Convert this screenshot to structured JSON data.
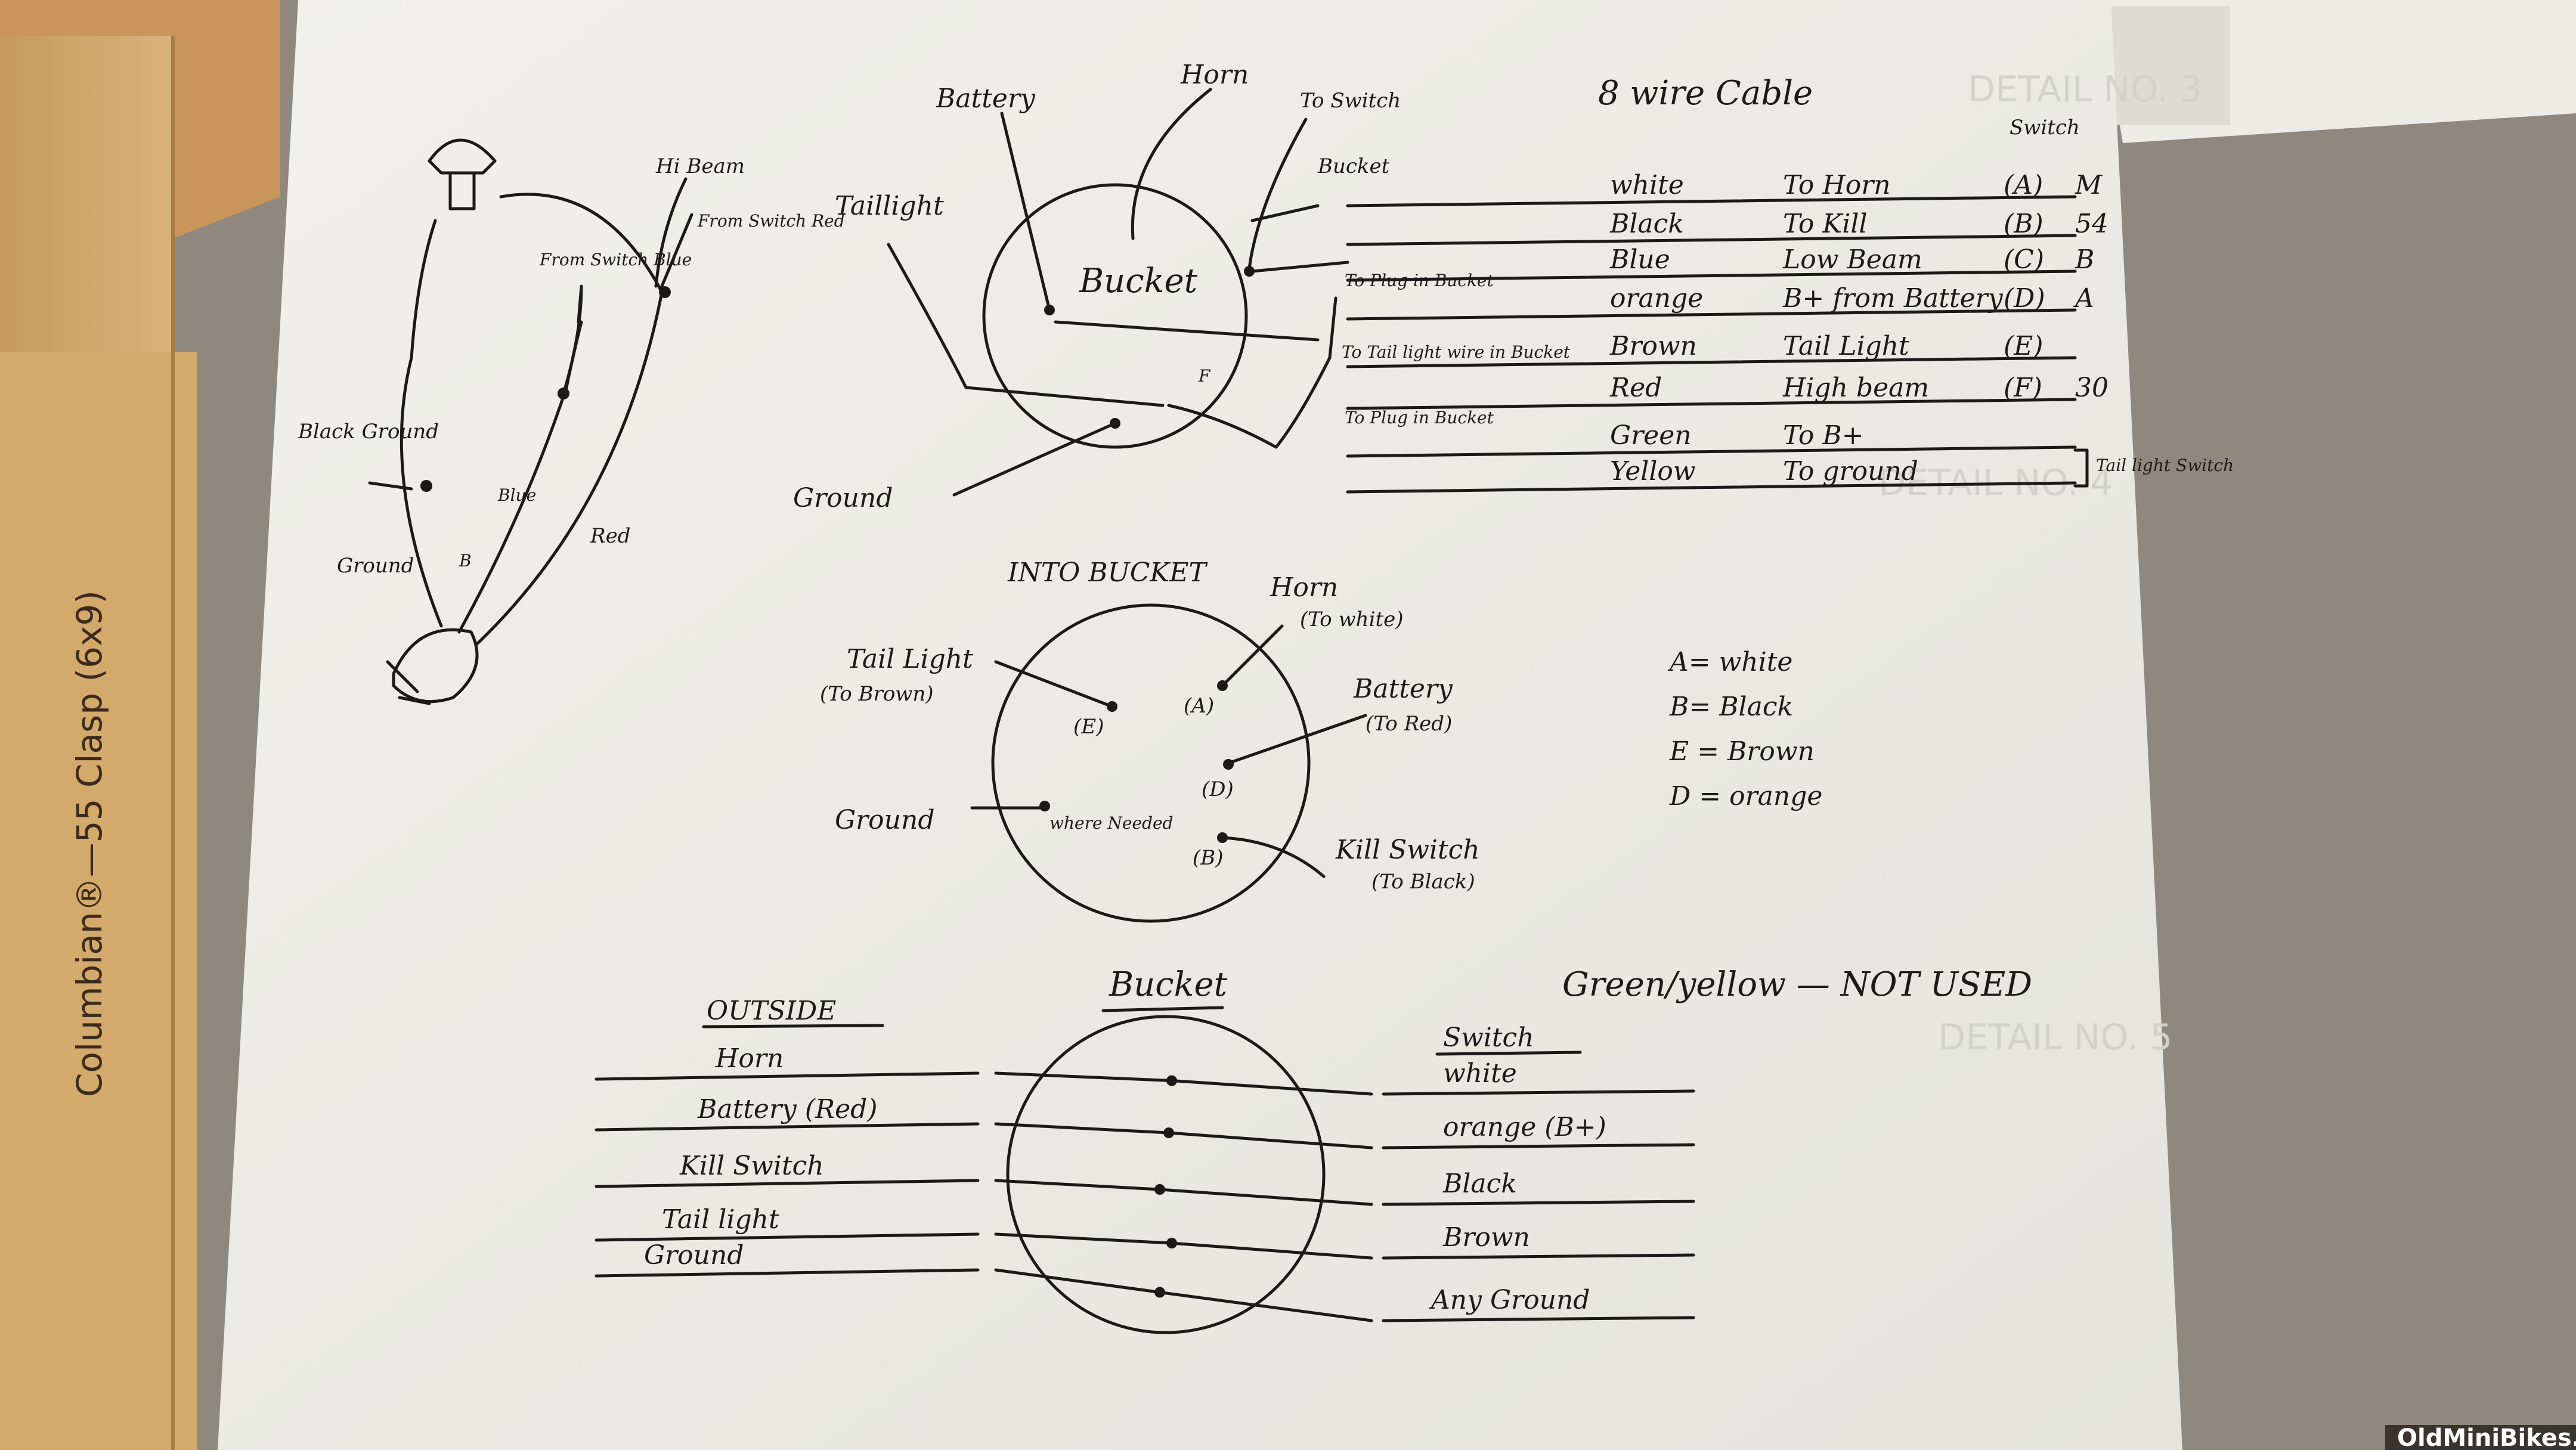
{
  "envelope": {
    "label": "Columbian®—55 Clasp (6x9)"
  },
  "watermark": "OldMiniBikes.com",
  "diagram1": {
    "hi_beam": "Hi Beam",
    "from_switch_red": "From Switch Red",
    "from_switch_blue": "From Switch Blue",
    "black_ground": "Black Ground",
    "ground": "Ground",
    "blue": "Blue",
    "red": "Red",
    "b_mark": "B"
  },
  "diagram2": {
    "battery": "Battery",
    "horn": "Horn",
    "to_switch": "To Switch",
    "bucket_arrow": "Bucket",
    "taillight": "Taillight",
    "bucket": "Bucket",
    "ground": "Ground",
    "cable_title": "8 wire Cable",
    "switch_col": "Switch",
    "to_plug_in_bucket": "To Plug in Bucket",
    "to_tail_light_wire_in_bucket": "To Tail light wire in Bucket",
    "to_plug_in_bucket_2": "To Plug in Bucket",
    "f_mark": "F",
    "rows": [
      {
        "color": "white",
        "dest": "To Horn",
        "code": "(A)",
        "pin": "M"
      },
      {
        "color": "Black",
        "dest": "To Kill",
        "code": "(B)",
        "pin": "54"
      },
      {
        "color": "Blue",
        "dest": "Low Beam",
        "code": "(C)",
        "pin": "B"
      },
      {
        "color": "orange",
        "dest": "B+ from Battery",
        "code": "(D)",
        "pin": "A"
      },
      {
        "color": "Brown",
        "dest": "Tail Light",
        "code": "(E)",
        "pin": ""
      },
      {
        "color": "Red",
        "dest": "High beam",
        "code": "(F)",
        "pin": "30"
      },
      {
        "color": "Green",
        "dest": "To B+",
        "code": "",
        "pin": ""
      },
      {
        "color": "Yellow",
        "dest": "To ground",
        "code": "",
        "pin": ""
      }
    ],
    "taillight_switch": "Tail light Switch"
  },
  "diagram3": {
    "title": "INTO BUCKET",
    "horn": "Horn",
    "to_white": "(To white)",
    "tail_light": "Tail Light",
    "to_brown": "(To Brown)",
    "battery": "Battery",
    "to_red": "(To Red)",
    "ground": "Ground",
    "where_needed": "where Needed",
    "kill_switch": "Kill Switch",
    "to_black": "(To Black)",
    "pin_e": "(E)",
    "pin_a": "(A)",
    "pin_d": "(D)",
    "pin_b": "(B)",
    "legend": [
      "A= white",
      "B= Black",
      "E = Brown",
      "D = orange"
    ]
  },
  "diagram4": {
    "outside": "OUTSIDE",
    "bucket": "Bucket",
    "switch": "Switch",
    "note": "Green/yellow — NOT USED",
    "left": [
      "Horn",
      "Battery (Red)",
      "Kill Switch",
      "Tail light",
      "Ground"
    ],
    "right": [
      "white",
      "orange (B+)",
      "Black",
      "Brown",
      "Any Ground"
    ]
  },
  "background_print": {
    "detail_3": "DETAIL NO. 3",
    "detail_4": "DETAIL NO. 4",
    "detail_5": "DETAIL NO. 5"
  }
}
